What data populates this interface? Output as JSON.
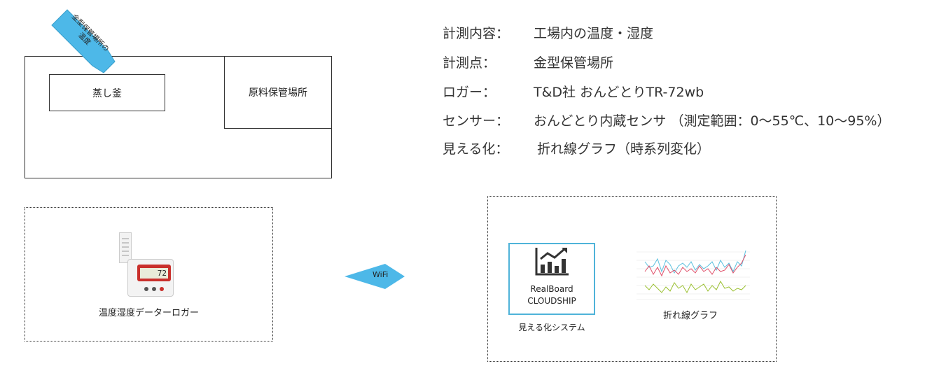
{
  "floor_plan": {
    "steamer_label": "蒸し釜",
    "storage_label": "原料保管場所",
    "marker_label": "金型保管場所の温度"
  },
  "info": [
    {
      "key": "計測内容：",
      "value": "工場内の温度・湿度"
    },
    {
      "key": "計測点：",
      "value": "金型保管場所"
    },
    {
      "key": "ロガー：",
      "value": "T&D社 おんどとりTR-72wb"
    },
    {
      "key": "センサー：",
      "value": "おんどとり内蔵センサ （測定範囲：0～55℃、10～95%）"
    },
    {
      "key": "見える化：",
      "value": "折れ線グラフ（時系列変化）"
    }
  ],
  "logger": {
    "label": "温度湿度データーロガー",
    "display": "72"
  },
  "connection": {
    "label": "WiFi"
  },
  "visualization": {
    "system_name_line1": "RealBoard",
    "system_name_line2": "CLOUDSHIP",
    "system_caption": "見える化システム",
    "chart_caption": "折れ線グラフ",
    "icon": "bar-chart-trend-icon",
    "colors": {
      "accent": "#4fb3d9",
      "series_a": "#5bc0de",
      "series_b": "#e0506a",
      "series_c": "#9ac030"
    }
  },
  "arrow_color": "#4db8e8"
}
